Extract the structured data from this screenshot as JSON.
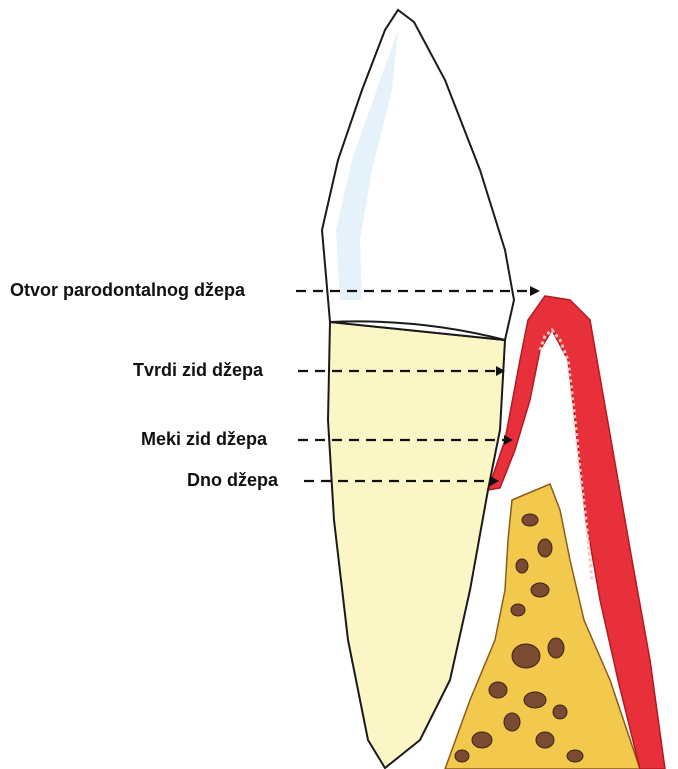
{
  "labels": [
    "Otvor parodontalnog džepa",
    "Tvrdi zid džepa",
    "Meki zid džepa",
    "Dno džepa"
  ],
  "colors": {
    "gingiva": "#e8303a",
    "gingiva_inner": "#f6c4bf",
    "enamel_tint": "#dceef7",
    "root": "#fbf6c6",
    "bone": "#f2c94c",
    "bone_spaces": "#7a4a32",
    "outline": "#1a1a1a"
  }
}
